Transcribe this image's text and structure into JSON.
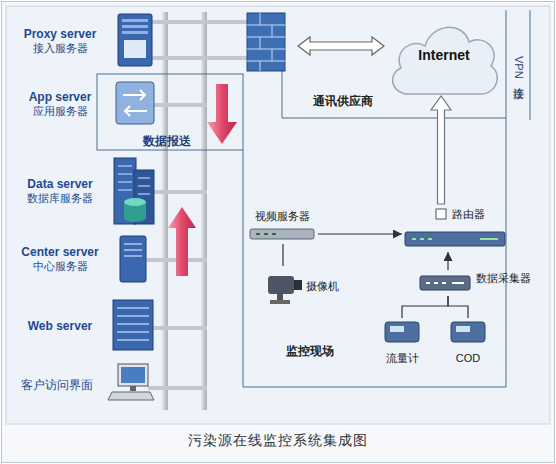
{
  "diagram": {
    "caption": "污染源在线监控系统集成图",
    "nodes": [
      {
        "text": [
          "Proxy server",
          "接入服务器"
        ]
      },
      {
        "text": [
          "App server",
          "应用服务器"
        ]
      },
      {
        "text": [
          "Data server",
          "数据库服务器"
        ]
      },
      {
        "text": [
          "Center server",
          "中心服务器"
        ]
      },
      {
        "text": [
          "Web server"
        ]
      },
      {
        "text": [
          "客户访问界面"
        ]
      },
      {
        "text": [
          "Internet"
        ]
      },
      {
        "text": [
          "视频服务器"
        ]
      },
      {
        "text": [
          "摄像机"
        ]
      },
      {
        "text": [
          "路由器"
        ]
      },
      {
        "text": [
          "数据采集器"
        ]
      },
      {
        "text": [
          "流量计"
        ]
      },
      {
        "text": [
          "COD"
        ]
      }
    ],
    "edges": [
      {
        "from": 8,
        "to": 7,
        "arrow": "none"
      },
      {
        "from": 7,
        "to": 9,
        "arrow": "to"
      },
      {
        "from": 10,
        "to": 9,
        "arrow": "to"
      },
      {
        "from": 11,
        "to": 10,
        "arrow": "none"
      },
      {
        "from": 12,
        "to": 10,
        "arrow": "none"
      },
      {
        "from": 9,
        "to": 6,
        "arrow": "to"
      }
    ],
    "labels": [
      "通讯供应商",
      "VPN连接",
      "数据报送",
      "监控现场"
    ]
  }
}
